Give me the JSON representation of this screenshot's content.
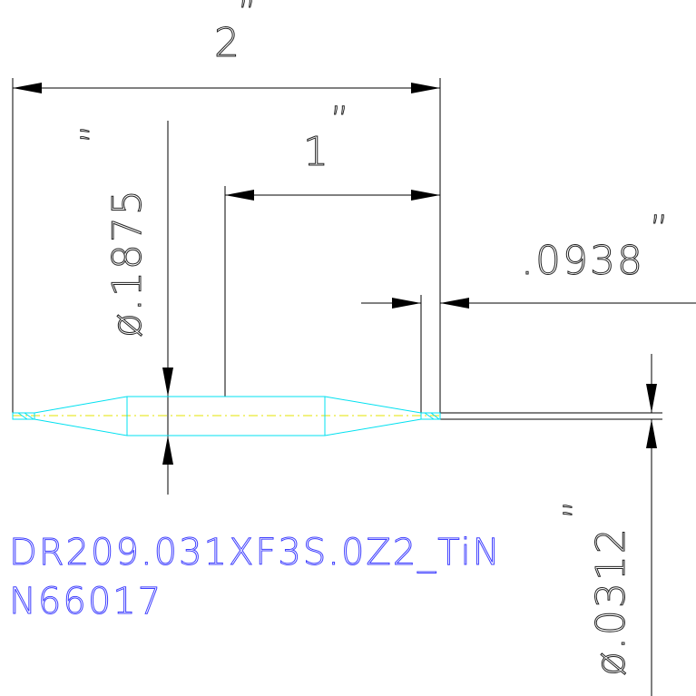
{
  "drawing": {
    "dimensions": {
      "overall_length": "2",
      "body_length": "1",
      "tip_length": ".0938",
      "shank_diameter": "ø.1875",
      "tip_diameter": "ø.0312",
      "inch_mark": "”"
    },
    "part_number": "DR209.031XF3S.0Z2_TiN",
    "part_code": "N66017",
    "colors": {
      "dimension_lines": "#000000",
      "part_outline": "#00e0f0",
      "centerline": "#e6e600",
      "part_text": "#4040ff"
    }
  }
}
